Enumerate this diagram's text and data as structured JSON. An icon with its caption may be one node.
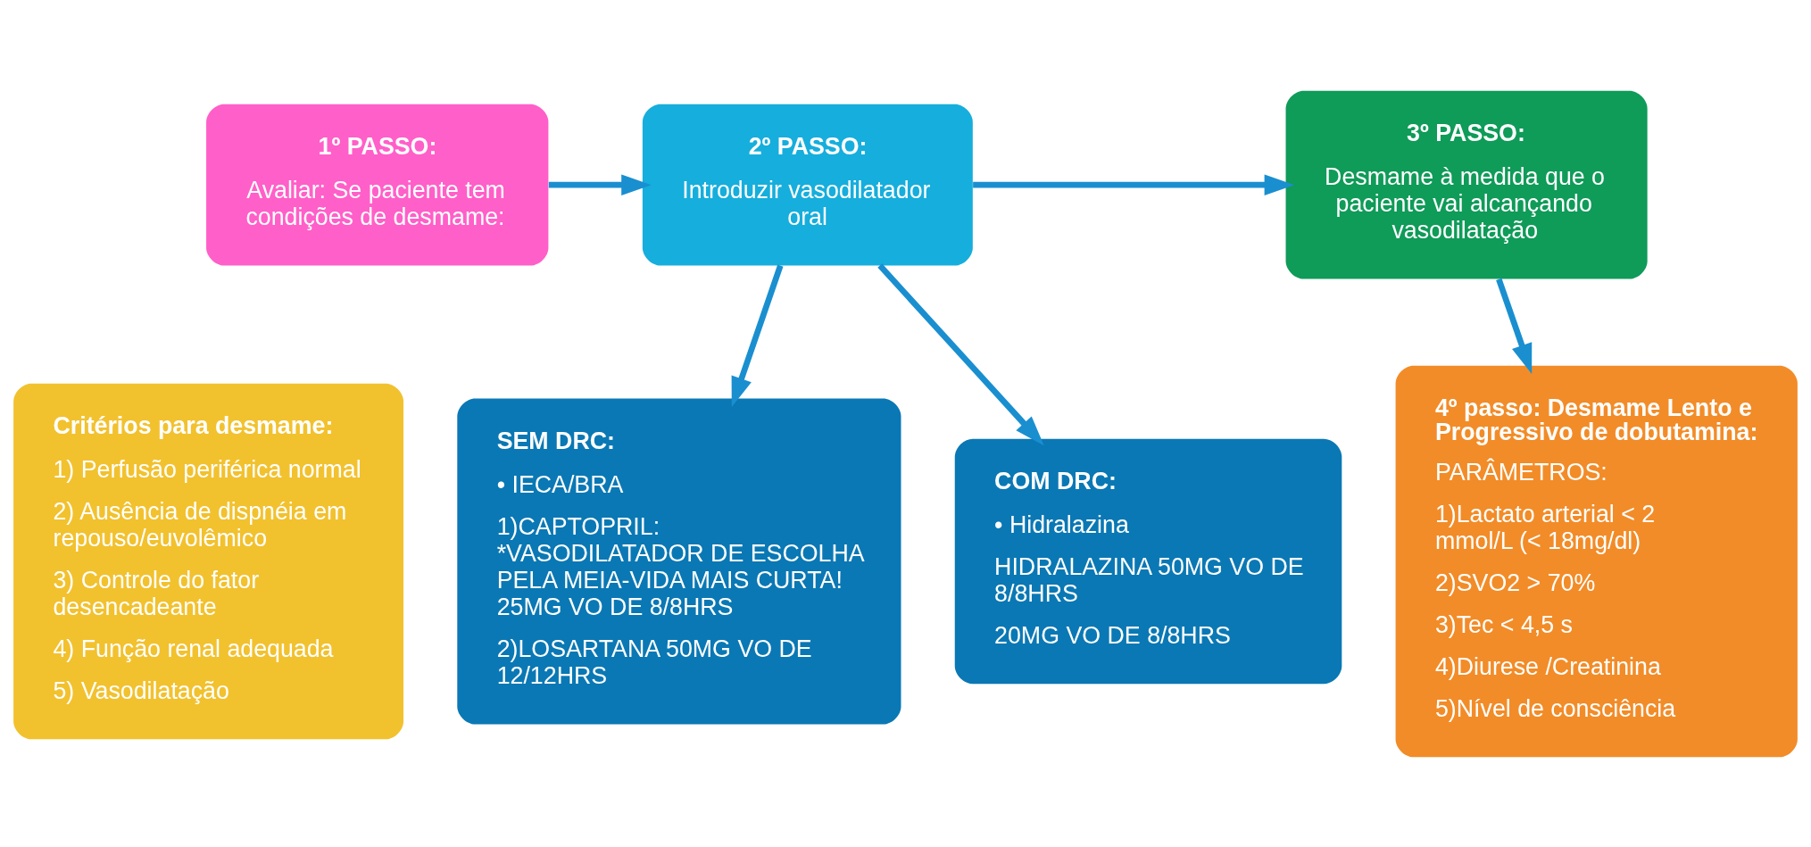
{
  "diagram": {
    "nodes": [
      {
        "text": [
          "1º PASSO:",
          "Avaliar: Se paciente tem condições de desmame:"
        ]
      },
      {
        "text": [
          "2º PASSO:",
          "Introduzir vasodilatador oral"
        ]
      },
      {
        "text": [
          "3º PASSO:",
          "Desmame à medida que o paciente vai alcançando vasodilatação"
        ]
      },
      {
        "text": [
          "Critérios para desmame:",
          "1) Perfusão periférica normal",
          "2) Ausência de dispnéia em repouso/euvolêmico",
          "3) Controle do fator desencadeante",
          "4) Função renal adequada",
          "5) Vasodilatação"
        ]
      },
      {
        "text": [
          "SEM DRC:",
          "• IECA/BRA",
          "1)CAPTOPRIL: *VASODILATADOR DE ESCOLHA PELA MEIA-VIDA MAIS CURTA! 25MG VO DE 8/8HRS",
          "2)LOSARTANA 50MG VO DE 12/12HRS"
        ]
      },
      {
        "text": [
          "COM DRC:",
          "• Hidralazina",
          "HIDRALAZINA 50MG VO DE 8/8HRS",
          "20MG VO DE 8/8HRS"
        ]
      },
      {
        "text": [
          "4º passo: Desmame Lento e Progressivo de dobutamina:",
          "PARÂMETROS:",
          "1)Lactato arterial < 2 mmol/L (< 18mg/dl)",
          "2)SVO2 > 70%",
          "3)Tec < 4,5 s",
          "4)Diurese /Creatinina",
          "5)Nível de consciência"
        ]
      }
    ],
    "edges": [
      {
        "from": 0,
        "to": 1,
        "arrow": "to"
      },
      {
        "from": 1,
        "to": 2,
        "arrow": "to"
      },
      {
        "from": 1,
        "to": 4,
        "arrow": "to"
      },
      {
        "from": 1,
        "to": 5,
        "arrow": "to"
      },
      {
        "from": 2,
        "to": 6,
        "arrow": "to"
      }
    ]
  }
}
